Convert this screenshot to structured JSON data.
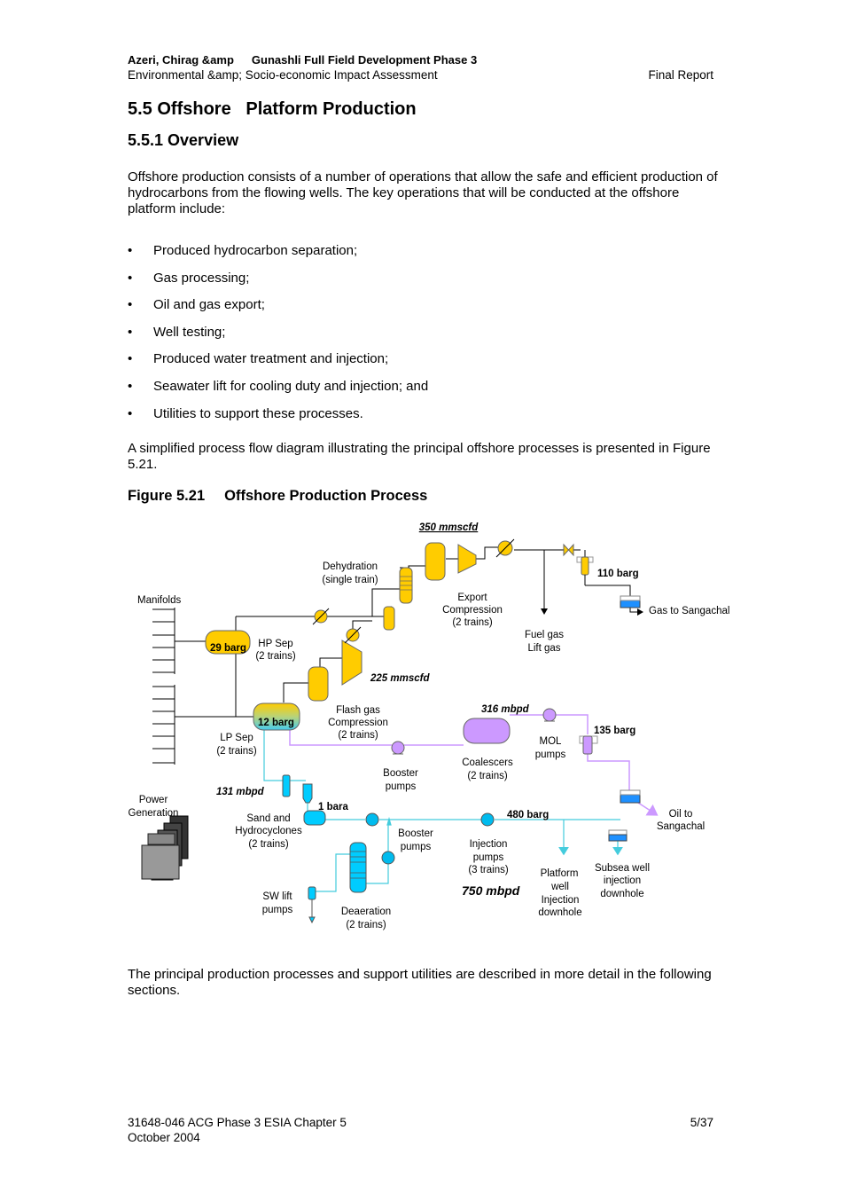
{
  "header": {
    "project_part1": "Azeri, Chirag &amp",
    "project_part2": "Gunashli Full Field Development Phase 3",
    "doc_type": "Environmental &amp; Socio-economic Impact Assessment",
    "report_status": "Final Report"
  },
  "section": {
    "title": "5.5 Offshore   Platform Production",
    "subsection_title": "5.5.1 Overview",
    "intro": "Offshore production consists of a number of operations that allow the safe and efficient production of hydrocarbons from the flowing wells.  The key operations that will be conducted at the offshore platform include:",
    "bullets": [
      "Produced hydrocarbon separation;",
      "Gas processing;",
      "Oil and gas export;",
      "Well testing;",
      "Produced water treatment and injection;",
      "Seawater lift for cooling duty and injection; and",
      "Utilities to support these processes."
    ],
    "figure_intro": "A simplified process flow diagram illustrating the principal offshore processes is presented in Figure 5.21.",
    "closing": "The principal production processes and support utilities are described in more detail in the following sections."
  },
  "figure": {
    "number": "Figure 5.21",
    "title": "Offshore Production Process",
    "labels": {
      "rate_350": "350 mmscfd",
      "dehydration_1": "Dehydration",
      "dehydration_2": "(single train)",
      "pressure_110": "110 barg",
      "manifolds": "Manifolds",
      "export_1": "Export",
      "export_2": "Compression",
      "export_3": "(2 trains)",
      "gas_to_sangachal": "Gas to Sangachal",
      "fuel_1": "Fuel gas",
      "fuel_2": "Lift gas",
      "pressure_29": "29 barg",
      "hp_sep_1": "HP Sep",
      "hp_sep_2": "(2 trains)",
      "rate_225": "225 mmscfd",
      "rate_316": "316 mbpd",
      "pressure_12": "12 barg",
      "flash_1": "Flash gas",
      "flash_2": "Compression",
      "flash_3": "(2 trains)",
      "pressure_135": "135 barg",
      "lp_sep_1": "LP Sep",
      "lp_sep_2": "(2 trains)",
      "mol_1": "MOL",
      "mol_2": "pumps",
      "coalescers_1": "Coalescers",
      "coalescers_2": "(2 trains)",
      "booster1_1": "Booster",
      "booster1_2": "pumps",
      "rate_131": "131 mbpd",
      "power_1": "Power",
      "power_2": "Generation",
      "pressure_1bara": "1 bara",
      "pressure_480": "480 barg",
      "oil_1": "Oil to",
      "oil_2": "Sangachal",
      "sand_1": "Sand and",
      "sand_2": "Hydrocyclones",
      "sand_3": "(2 trains)",
      "booster2_1": "Booster",
      "booster2_2": "pumps",
      "inj_1": "Injection",
      "inj_2": "pumps",
      "inj_3": "(3 trains)",
      "subsea_1": "Subsea well",
      "subsea_2": "injection",
      "subsea_3": "downhole",
      "platform_1": "Platform",
      "platform_2": "well",
      "platform_3": "Injection",
      "platform_4": "downhole",
      "rate_750": "750 mbpd",
      "swlift_1": "SW lift",
      "swlift_2": "pumps",
      "deaeration_1": "Deaeration",
      "deaeration_2": "(2 trains)"
    },
    "colors": {
      "gas": "#ffcc00",
      "oil": "#cc99ff",
      "water": "#00ccff"
    }
  },
  "footer": {
    "doc_ref": "31648-046 ACG Phase 3 ESIA Chapter 5",
    "date": "October 2004",
    "page": "5/37"
  }
}
